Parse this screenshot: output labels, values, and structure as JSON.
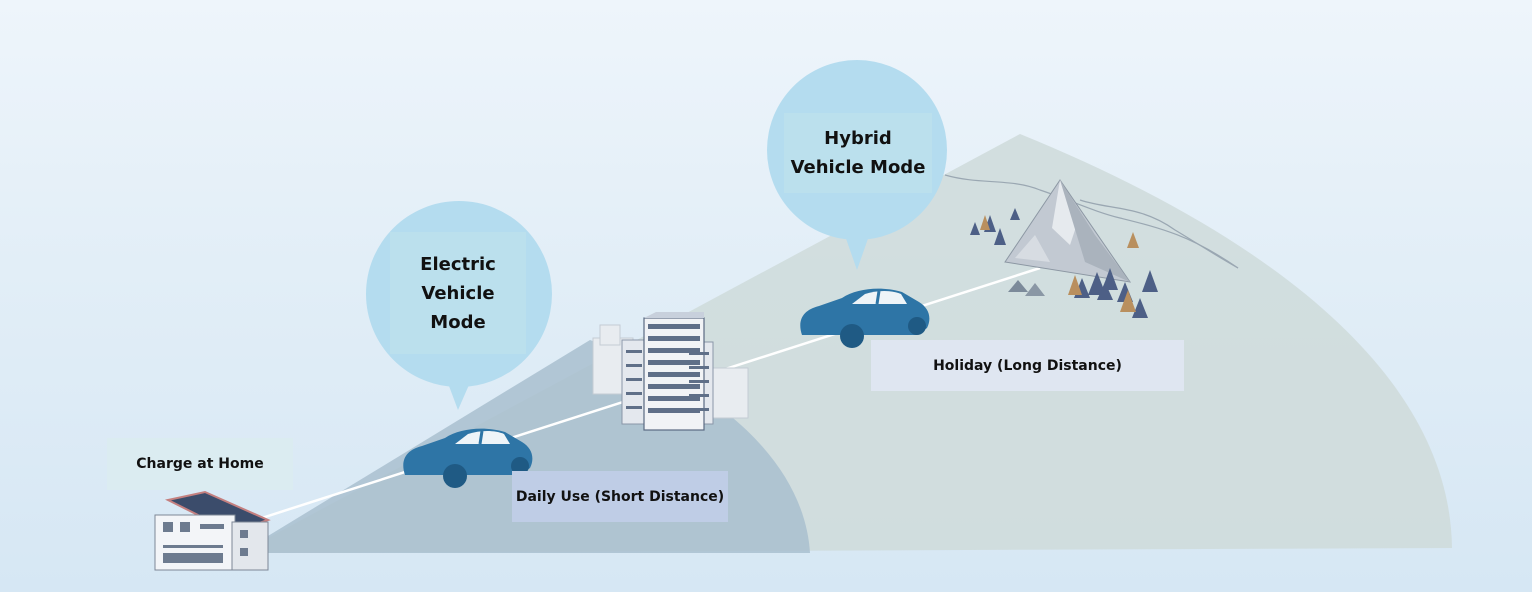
{
  "labels": {
    "home": "Charge at Home",
    "daily": "Daily Use (Short Distance)",
    "holiday": "Holiday  (Long Distance)"
  },
  "bubbles": {
    "ev": "Electric\nVehicle\nMode",
    "hv": "Hybrid\nVehicle Mode"
  },
  "colors": {
    "car": "#2e75a6",
    "bubble": "#b4dcef",
    "outer_zone": "#cfdcdb",
    "inner_zone": "#a9bfcf",
    "road": "#ffffff"
  },
  "icons": {
    "home": "house-solar-icon",
    "city": "city-buildings-icon",
    "mountain": "mountain-forest-icon",
    "car": "car-icon"
  }
}
